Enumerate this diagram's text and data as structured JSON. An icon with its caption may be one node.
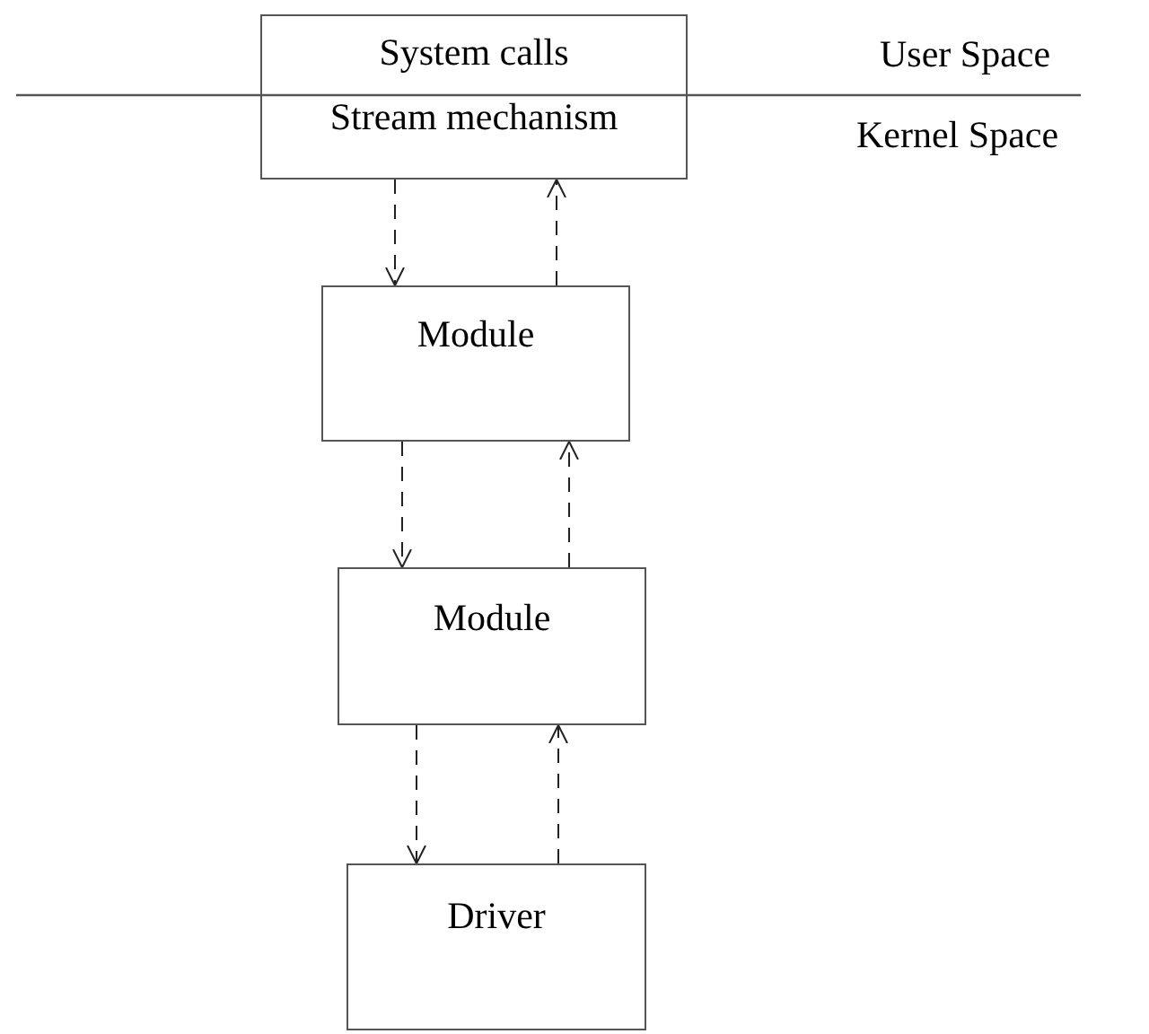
{
  "diagram": {
    "nodes": [
      {
        "text": [
          "System calls",
          "Stream mechanism"
        ]
      },
      {
        "text": [
          "Module"
        ]
      },
      {
        "text": [
          "Module"
        ]
      },
      {
        "text": [
          "Driver"
        ]
      }
    ],
    "edges": [
      {
        "from": 0,
        "to": 1,
        "arrow": "to",
        "style": "dashed"
      },
      {
        "from": 1,
        "to": 0,
        "arrow": "to",
        "style": "dashed"
      },
      {
        "from": 1,
        "to": 2,
        "arrow": "to",
        "style": "dashed"
      },
      {
        "from": 2,
        "to": 1,
        "arrow": "to",
        "style": "dashed"
      },
      {
        "from": 2,
        "to": 3,
        "arrow": "to",
        "style": "dashed"
      },
      {
        "from": 3,
        "to": 2,
        "arrow": "to",
        "style": "dashed"
      }
    ],
    "labels": [
      "User Space",
      "Kernel Space"
    ]
  }
}
